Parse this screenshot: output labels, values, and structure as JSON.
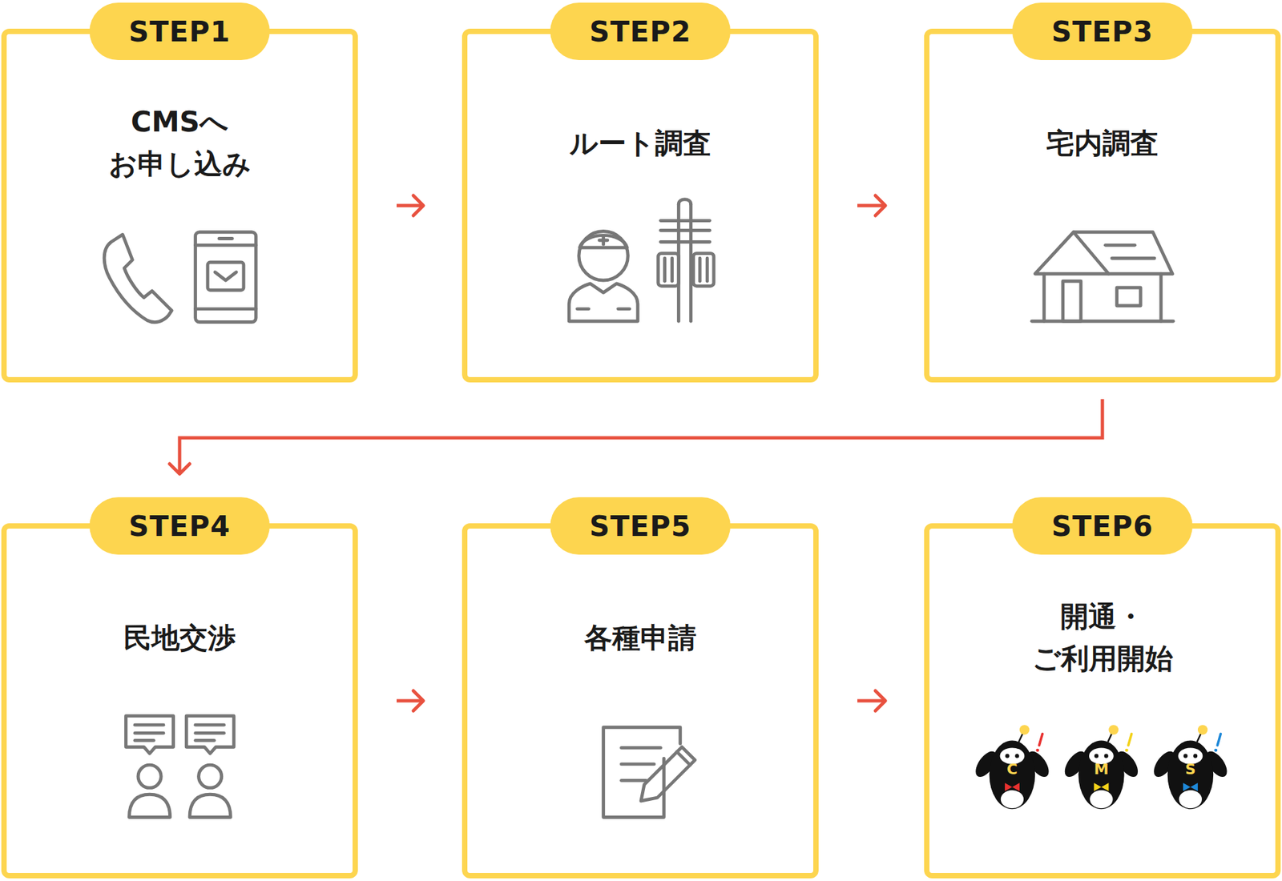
{
  "diagram": {
    "nodes": [
      {
        "text": [
          "STEP1",
          "CMSへ お申し込み"
        ]
      },
      {
        "text": [
          "STEP2",
          "ルート調査"
        ]
      },
      {
        "text": [
          "STEP3",
          "宅内調査"
        ]
      },
      {
        "text": [
          "STEP4",
          "民地交渉"
        ]
      },
      {
        "text": [
          "STEP5",
          "各種申請"
        ]
      },
      {
        "text": [
          "STEP6",
          "開通・ ご利用開始"
        ]
      }
    ],
    "edges": [
      {
        "from": 0,
        "to": 1,
        "arrow": "to"
      },
      {
        "from": 1,
        "to": 2,
        "arrow": "to"
      },
      {
        "from": 2,
        "to": 3,
        "arrow": "to"
      },
      {
        "from": 3,
        "to": 4,
        "arrow": "to"
      },
      {
        "from": 4,
        "to": 5,
        "arrow": "to"
      }
    ],
    "labels": [
      "C",
      "M",
      "S"
    ]
  }
}
